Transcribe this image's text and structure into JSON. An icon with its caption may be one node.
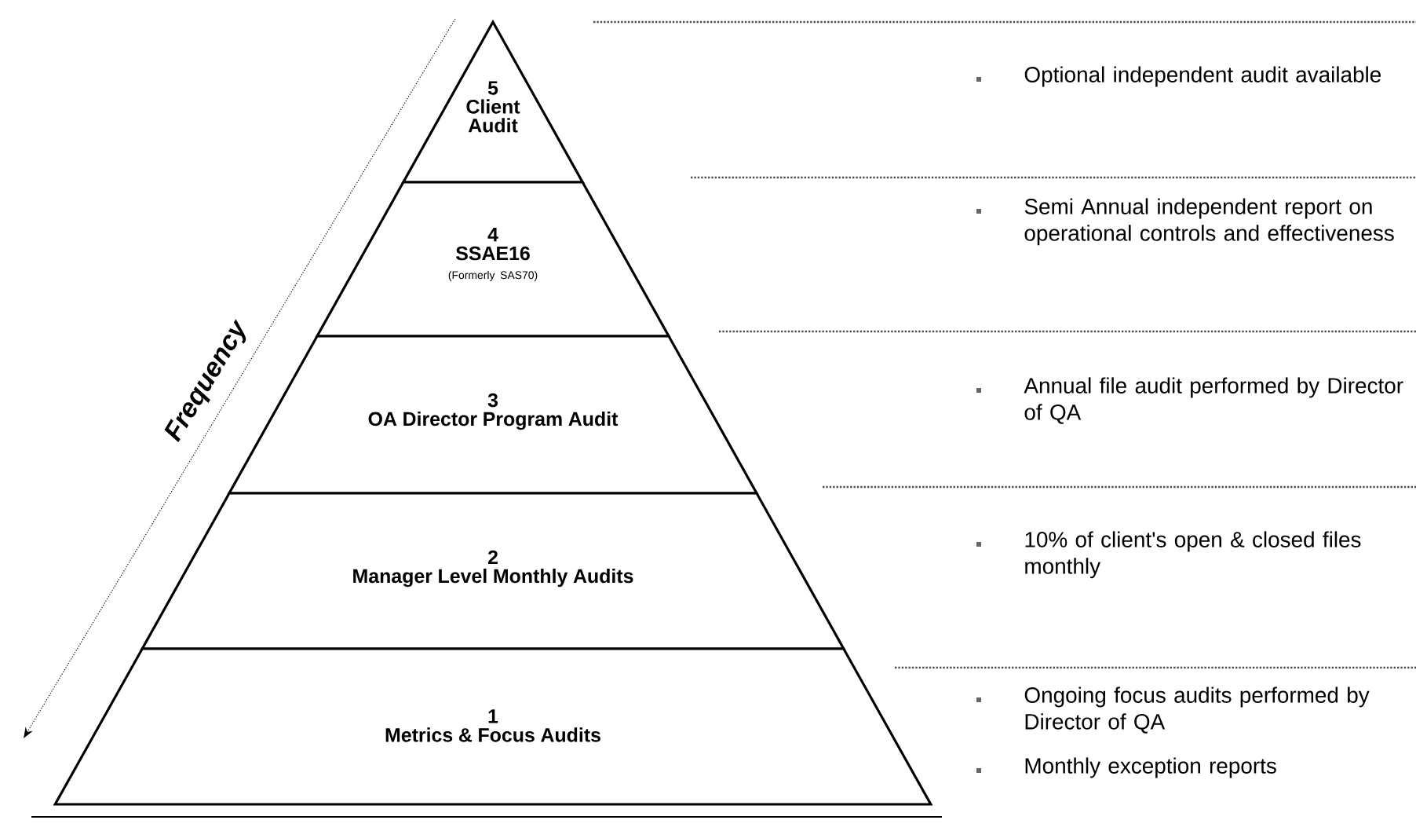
{
  "diagram": {
    "nodes": [
      {
        "text": [
          "5",
          "Client Audit"
        ]
      },
      {
        "text": [
          "4",
          "SSAE16",
          "(Formerly SAS70)"
        ]
      },
      {
        "text": [
          "3",
          "OA Director Program Audit"
        ]
      },
      {
        "text": [
          "2",
          "Manager Level Monthly Audits"
        ]
      },
      {
        "text": [
          "1",
          "Metrics & Focus Audits"
        ]
      }
    ],
    "labels": [
      "Frequency",
      "Optional independent audit available",
      "Semi Annual independent report on operational controls and effectiveness",
      "Annual file audit performed by Director of QA",
      "10% of client's open & closed files monthly",
      "Ongoing focus audits performed by Director of QA",
      "Monthly exception reports"
    ]
  }
}
